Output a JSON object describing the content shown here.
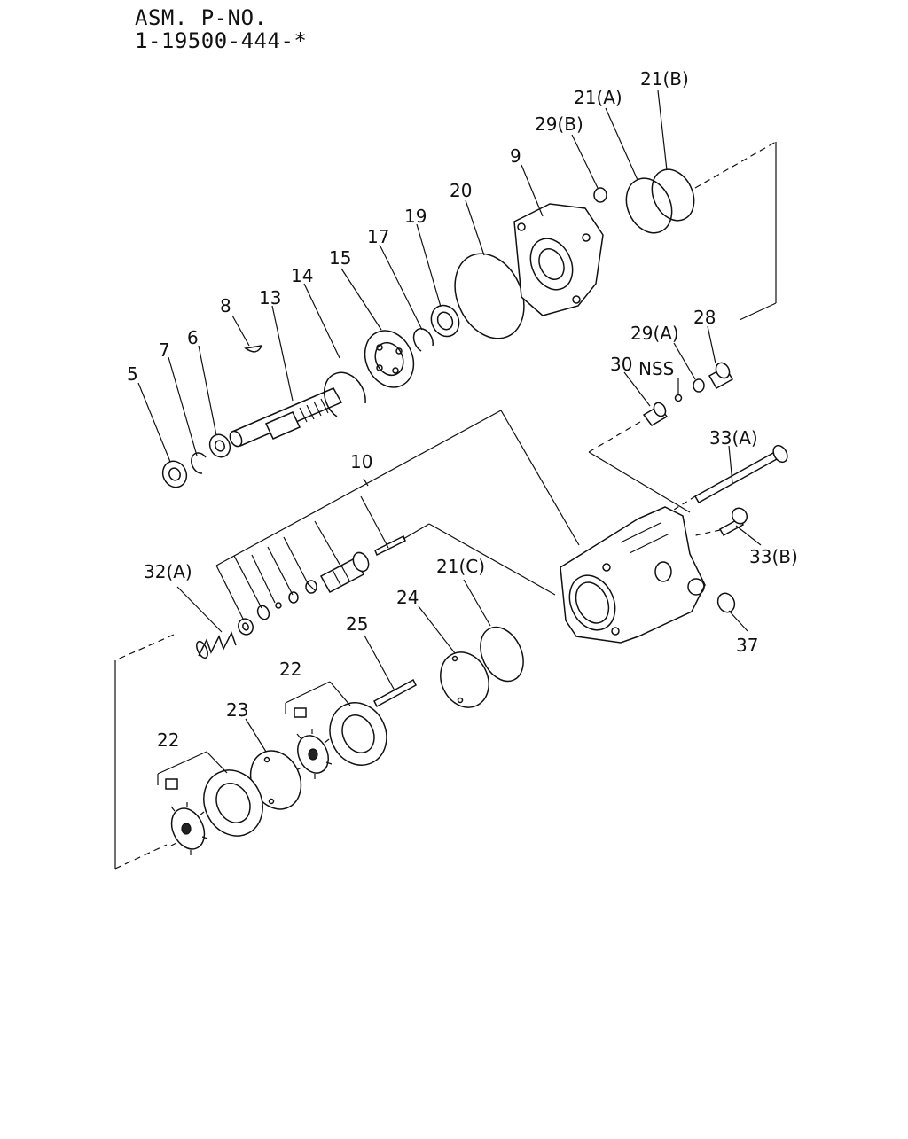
{
  "header": {
    "line1": "ASM. P-NO.",
    "line2": "1-19500-444-*"
  },
  "callouts": {
    "c5": "5",
    "c7": "7",
    "c6": "6",
    "c8": "8",
    "c13": "13",
    "c14": "14",
    "c15": "15",
    "c17": "17",
    "c19": "19",
    "c20": "20",
    "c9": "9",
    "c29b": "29(B)",
    "c21a": "21(A)",
    "c21b": "21(B)",
    "c29a": "29(A)",
    "c28": "28",
    "c30": "30",
    "cnss": "NSS",
    "c33a": "33(A)",
    "c33b": "33(B)",
    "c37": "37",
    "c10": "10",
    "c32a": "32(A)",
    "c21c": "21(C)",
    "c24": "24",
    "c25": "25",
    "c22a": "22",
    "c23": "23",
    "c22b": "22"
  }
}
